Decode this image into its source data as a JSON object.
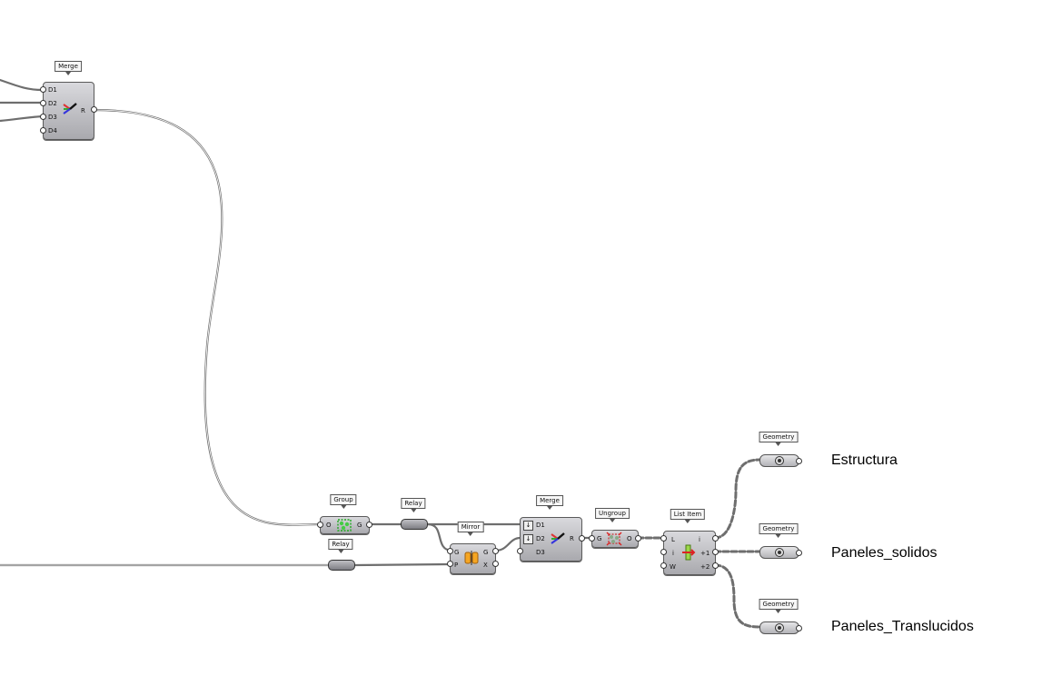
{
  "components": {
    "merge_top": {
      "label": "Merge",
      "inputs": [
        "D1",
        "D2",
        "D3",
        "D4"
      ],
      "output": "R"
    },
    "group": {
      "label": "Group",
      "input": "O",
      "output": "G"
    },
    "relay_1": {
      "label": "Relay"
    },
    "relay_2": {
      "label": "Relay"
    },
    "mirror": {
      "label": "Mirror",
      "inputs": [
        "G",
        "P"
      ],
      "outputs": [
        "G",
        "X"
      ]
    },
    "merge_bottom": {
      "label": "Merge",
      "inputs": [
        "D1",
        "D2",
        "D3"
      ],
      "output": "R"
    },
    "ungroup": {
      "label": "Ungroup",
      "input": "G",
      "output": "O"
    },
    "list_item": {
      "label": "List Item",
      "inputs": [
        "L",
        "i",
        "W"
      ],
      "outputs": [
        "i",
        "+1",
        "+2"
      ]
    },
    "geometry_1": {
      "label": "Geometry"
    },
    "geometry_2": {
      "label": "Geometry"
    },
    "geometry_3": {
      "label": "Geometry"
    }
  },
  "output_names": {
    "estructura": "Estructura",
    "paneles_solidos": "Paneles_solidos",
    "paneles_translucidos": "Paneles_Translucidos"
  },
  "colors": {
    "wire": "#6e6e6e",
    "node_top": "#d9d9dd",
    "node_bottom": "#a9a9ae"
  }
}
